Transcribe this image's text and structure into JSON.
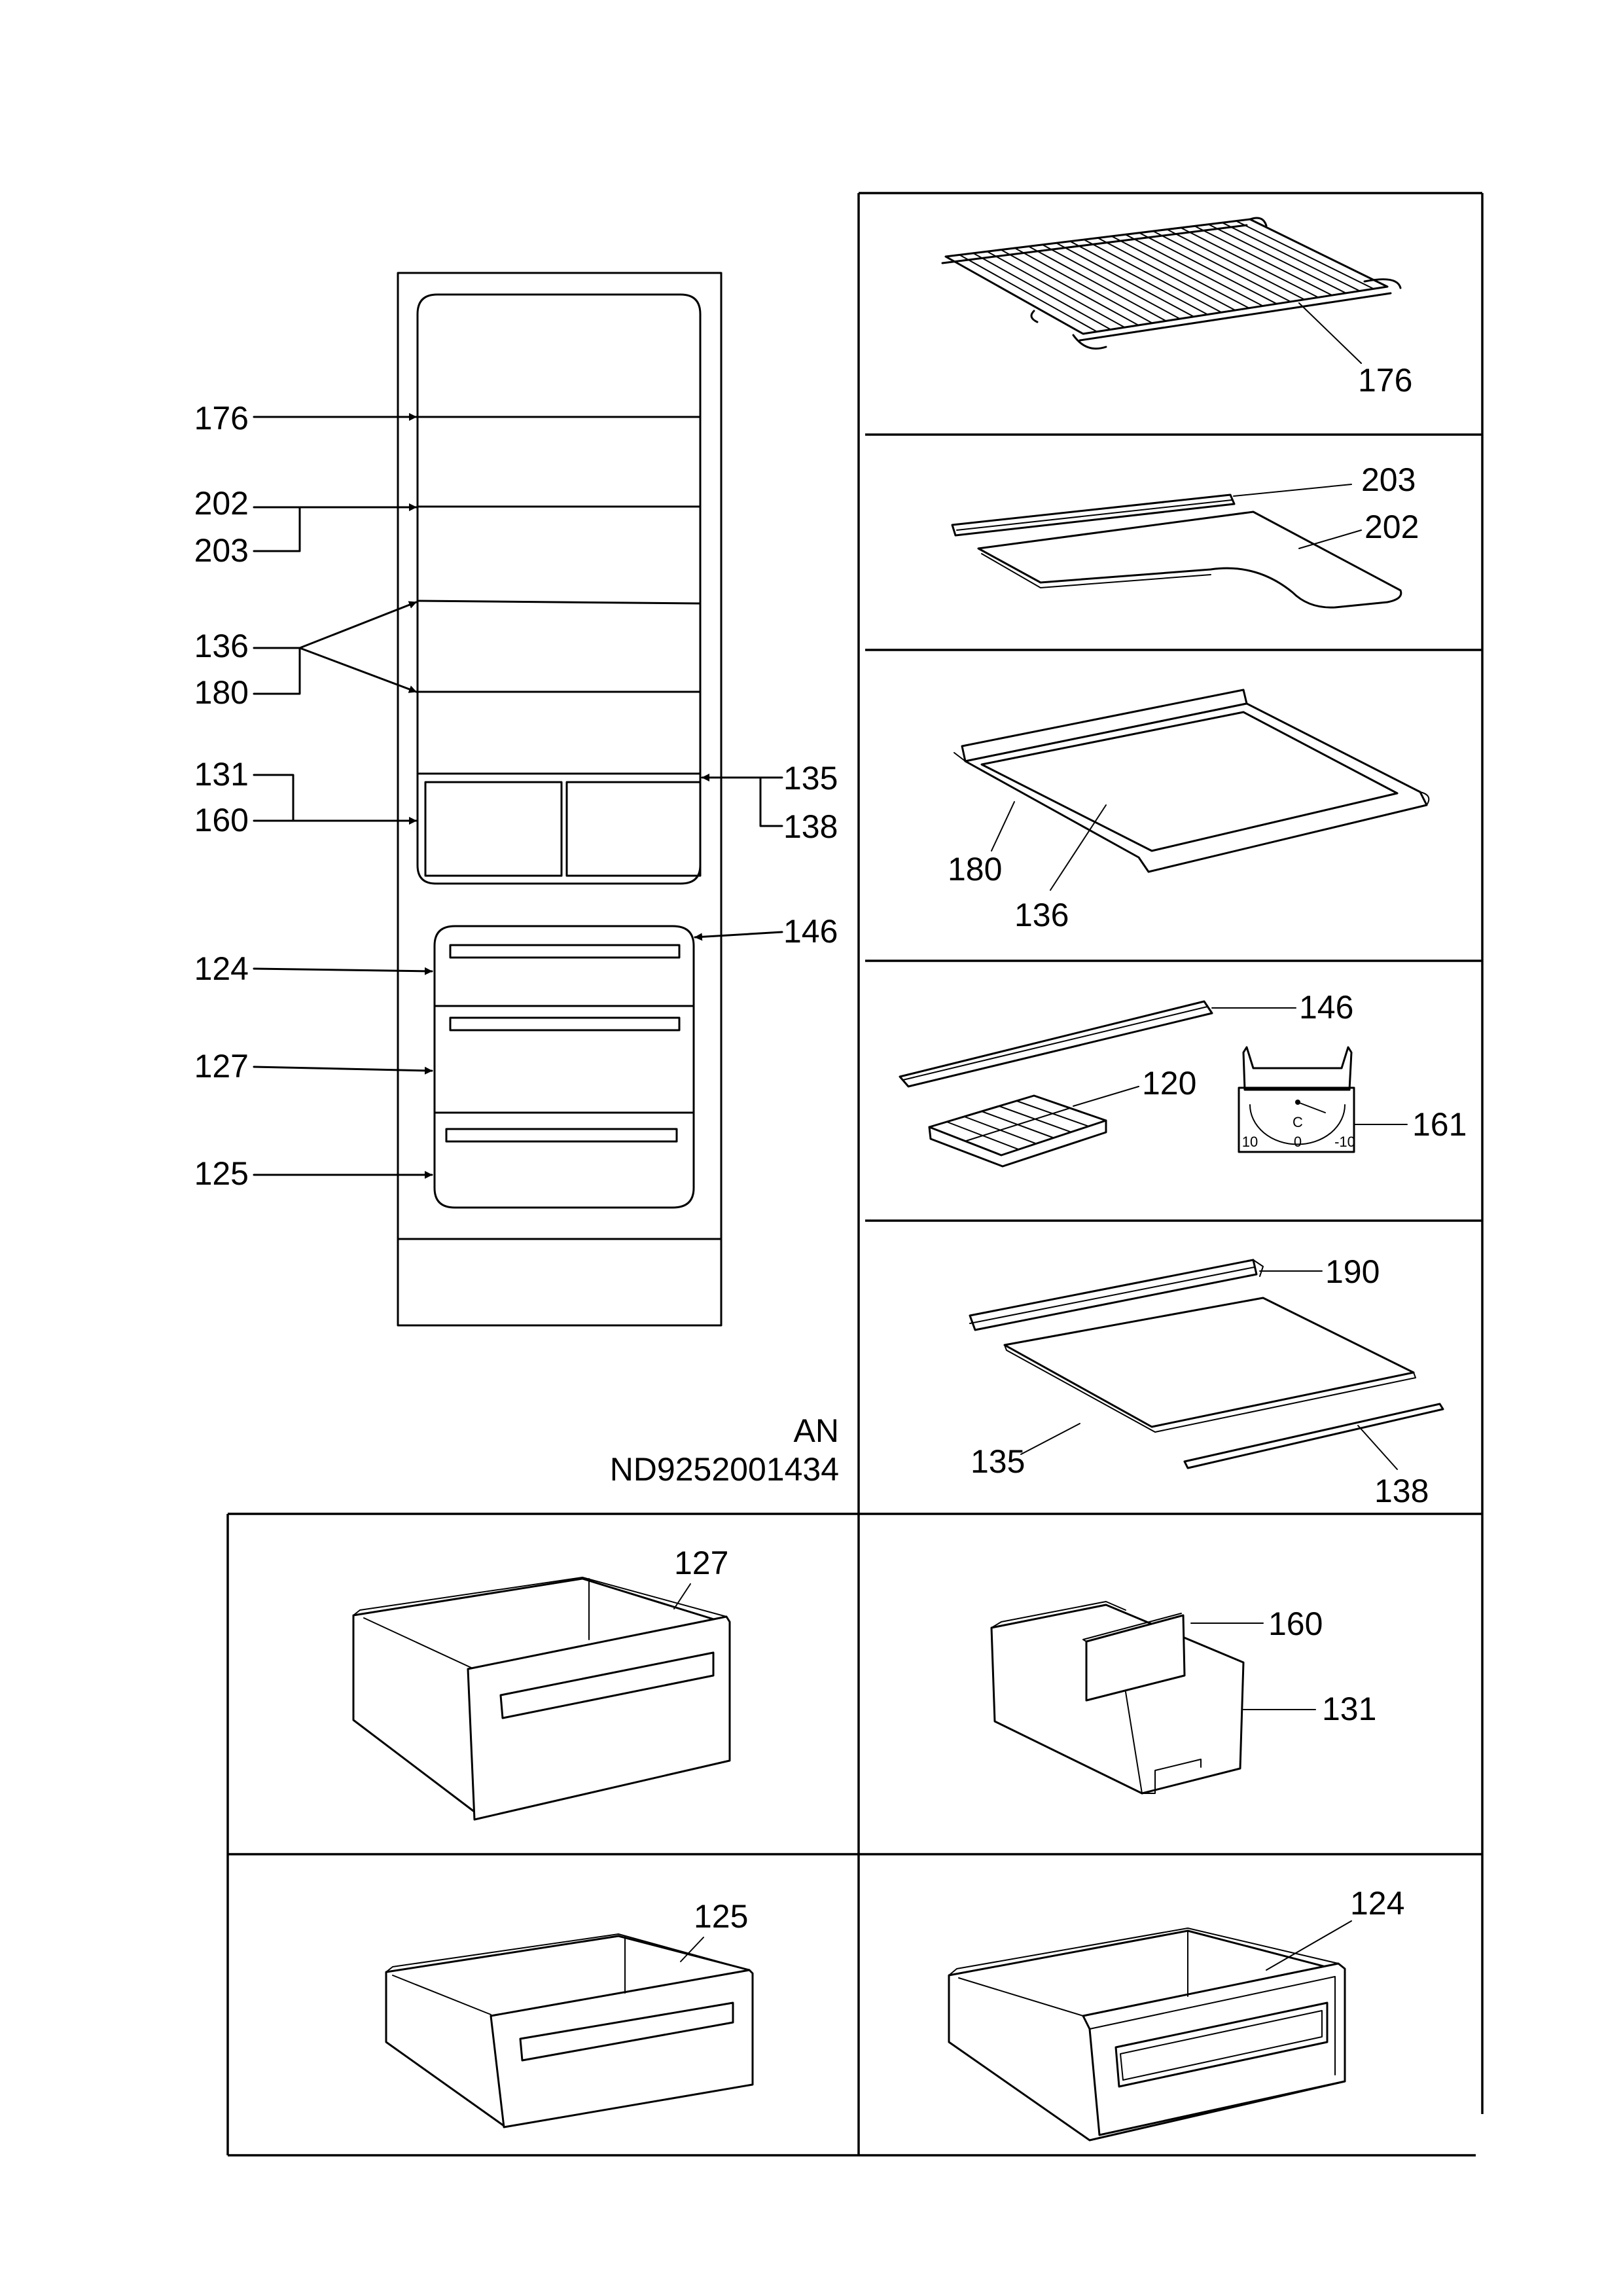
{
  "overview_labels": {
    "shelf_wire": "176",
    "shelf_frozen_a": "202",
    "shelf_frozen_b": "203",
    "shelf_glass_a": "136",
    "shelf_glass_b": "180",
    "crisper_a": "131",
    "crisper_b": "160",
    "crisper_cover_a": "135",
    "crisper_cover_b": "138",
    "freezer_flap": "146",
    "drawer_top": "124",
    "drawer_mid": "127",
    "drawer_bottom": "125"
  },
  "code": {
    "line1": "AN",
    "line2": "ND9252001434"
  },
  "panels": {
    "wire_shelf": {
      "label": "176"
    },
    "half_shelf": {
      "strip_label": "203",
      "shelf_label": "202"
    },
    "glass_shelf": {
      "frame_label": "180",
      "glass_label": "136"
    },
    "accessories": {
      "strip_label": "146",
      "ice_tray_label": "120",
      "thermo_label": "161",
      "thermo_unit": "C",
      "thermo_scale": [
        "10",
        "0",
        "-10"
      ]
    },
    "crisper_cover": {
      "strip_label": "190",
      "glass_label": "135",
      "front_label": "138"
    },
    "drawer_127": {
      "label": "127"
    },
    "crisper_box": {
      "divider_label": "160",
      "box_label": "131"
    },
    "drawer_125": {
      "label": "125"
    },
    "drawer_124": {
      "label": "124"
    }
  }
}
